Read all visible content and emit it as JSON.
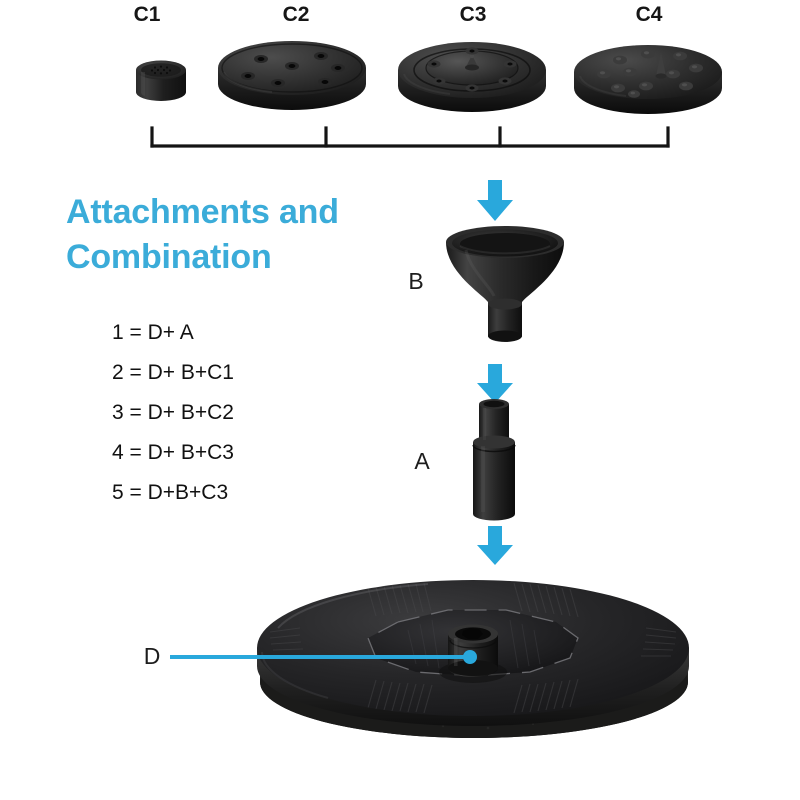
{
  "meta": {
    "background_color": "#ffffff",
    "accent_blue": "#29A8DC",
    "heading_blue": "#3BACD9",
    "part_dark": "#2a2a2a"
  },
  "heading": {
    "text": "Attachments and\nCombination"
  },
  "nozzle_row": {
    "labels": [
      {
        "id": "C1",
        "text": "C1"
      },
      {
        "id": "C2",
        "text": "C2"
      },
      {
        "id": "C3",
        "text": "C3"
      },
      {
        "id": "C4",
        "text": "C4"
      }
    ],
    "bracket_name": "nozzle-group-bracket"
  },
  "parts": {
    "b": {
      "label": "B",
      "name": "funnel-adapter"
    },
    "a": {
      "label": "A",
      "name": "extension-tube"
    },
    "d": {
      "label": "D",
      "name": "solar-panel-base"
    }
  },
  "combinations": {
    "items": [
      "1 = D+ A",
      "2 = D+ B+C1",
      "3 = D+ B+C2",
      "4 = D+ B+C3",
      "5 = D+B+C3"
    ]
  },
  "arrows": [
    {
      "name": "arrow-nozzles-to-funnel"
    },
    {
      "name": "arrow-funnel-to-tube"
    },
    {
      "name": "arrow-tube-to-base"
    }
  ]
}
